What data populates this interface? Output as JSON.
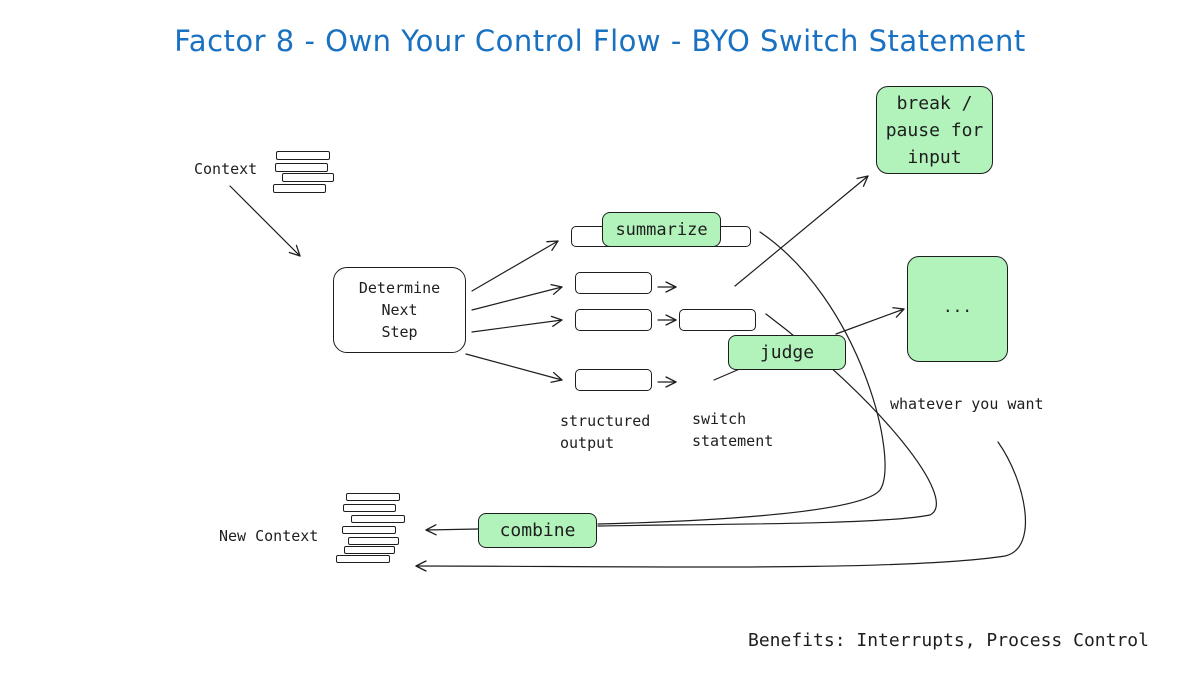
{
  "title": "Factor 8 - Own Your Control Flow - BYO Switch Statement",
  "nodes": {
    "context": "Context",
    "determine": "Determine\nNext\nStep",
    "summarize": "summarize",
    "judge": "judge",
    "break_pause": "break /\npause for\ninput",
    "ellipsis": "...",
    "combine": "combine",
    "new_context": "New Context"
  },
  "labels": {
    "structured_output": "structured\noutput",
    "switch_statement": "switch\nstatement",
    "whatever": "whatever you want"
  },
  "footer": "Benefits: Interrupts, Process Control",
  "colors": {
    "title": "#1971c2",
    "node_fill": "#b2f2bb",
    "stroke": "#1e1e1e"
  }
}
